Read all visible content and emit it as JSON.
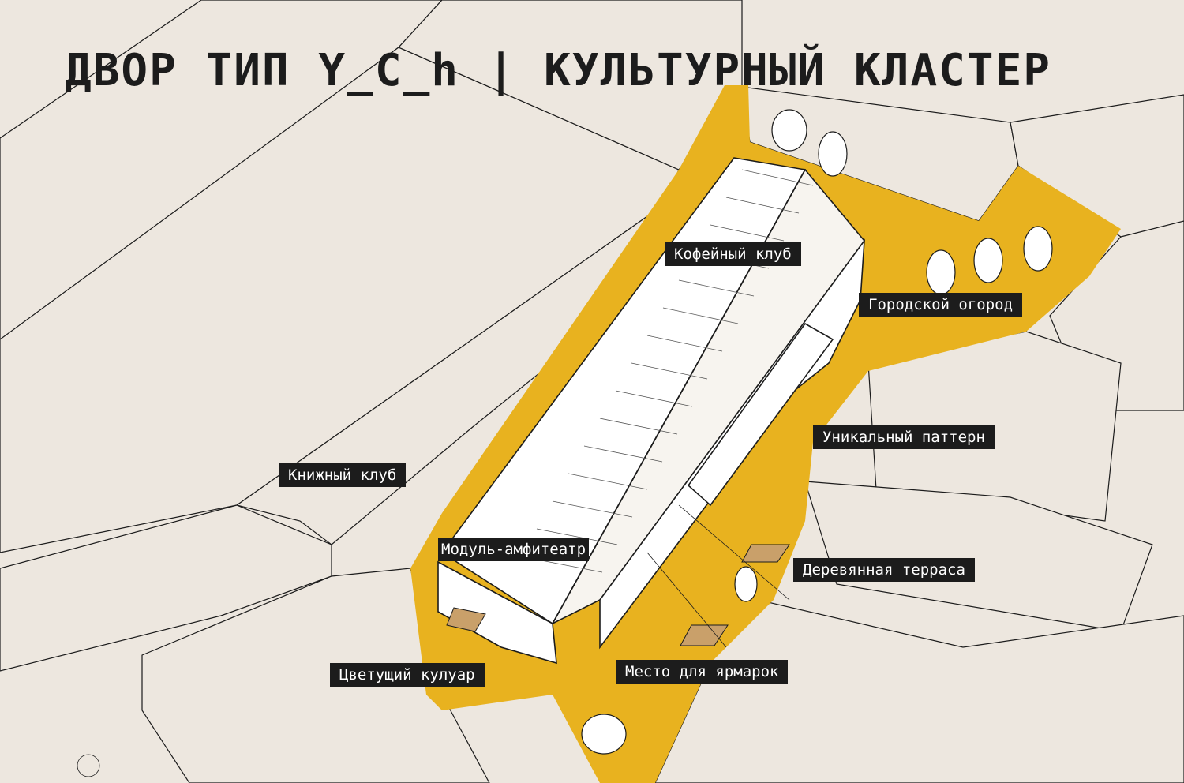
{
  "title": "ДВОР ТИП Y_C_h | КУЛЬТУРНЫЙ КЛАСТЕР",
  "colors": {
    "background": "#ede7df",
    "courtyard": "#e8b21f",
    "building_fill": "#ffffff",
    "line": "#1c1c1c",
    "label_bg": "#1c1c1c",
    "label_text": "#ffffff"
  },
  "labels": {
    "coffee_club": "Кофейный клуб",
    "city_garden": "Городской огород",
    "unique_pattern": "Уникальный паттерн",
    "book_club": "Книжный клуб",
    "amphitheatre_module": "Модуль-амфитеатр",
    "wooden_terrace": "Деревянная терраса",
    "blooming_corridor": "Цветущий кулуар",
    "fair_place": "Место для ярмарок"
  }
}
